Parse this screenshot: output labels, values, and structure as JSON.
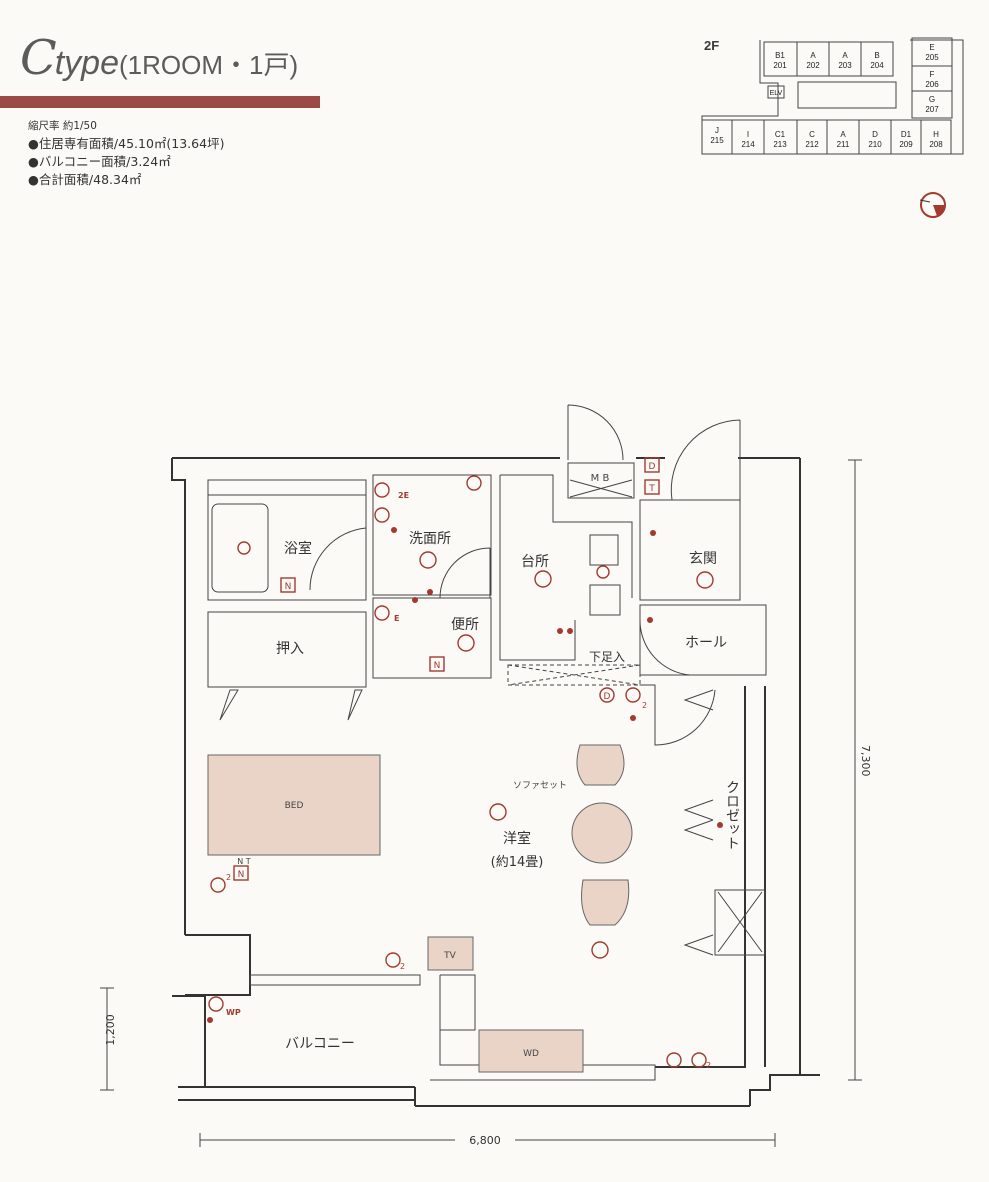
{
  "title": {
    "letter": "C",
    "type": "type",
    "sub": "(1ROOM・1戸)"
  },
  "specs": {
    "scale": "縮尺率 約1/50",
    "living_area": "●住居専有面積/45.10㎡(13.64坪)",
    "balcony_area": "●バルコニー面積/3.24㎡",
    "total_area": "●合計面積/48.34㎡"
  },
  "keyplan": {
    "floor": "2F",
    "elv": "ELV",
    "top_row": [
      {
        "type": "B1",
        "room": "201"
      },
      {
        "type": "A",
        "room": "202"
      },
      {
        "type": "A",
        "room": "203"
      },
      {
        "type": "B",
        "room": "204"
      }
    ],
    "right_col": [
      {
        "type": "E",
        "room": "205"
      },
      {
        "type": "F",
        "room": "206"
      },
      {
        "type": "G",
        "room": "207"
      }
    ],
    "bottom_row": [
      {
        "type": "J",
        "room": "215"
      },
      {
        "type": "I",
        "room": "214"
      },
      {
        "type": "C1",
        "room": "213"
      },
      {
        "type": "C",
        "room": "212"
      },
      {
        "type": "A",
        "room": "211"
      },
      {
        "type": "D",
        "room": "210"
      },
      {
        "type": "D1",
        "room": "209"
      },
      {
        "type": "H",
        "room": "208"
      }
    ],
    "highlight_color": "#f0d2c4"
  },
  "rooms": {
    "bath": "浴室",
    "washroom": "洗面所",
    "kitchen": "台所",
    "entrance": "玄関",
    "storage": "押入",
    "toilet": "便所",
    "hall": "ホール",
    "shoe": "下足入",
    "mb": "M B",
    "western": "洋室",
    "western_size": "(約14畳)",
    "closet": "クロゼット",
    "balcony": "バルコニー"
  },
  "furniture": {
    "bed": "BED",
    "sofa": "ソファセット",
    "tv": "TV",
    "wd": "WD"
  },
  "symbols": {
    "n": "N",
    "d": "D",
    "t": "T",
    "nt": "N T",
    "e": "E",
    "two_e": "2E",
    "two": "2",
    "wp": "WP"
  },
  "dimensions": {
    "height": "7,300",
    "balcony_depth": "1,200",
    "width": "6,800"
  },
  "colors": {
    "accent": "#9c4a45",
    "outlet": "#a33a30",
    "furniture": "#ead4c8"
  }
}
